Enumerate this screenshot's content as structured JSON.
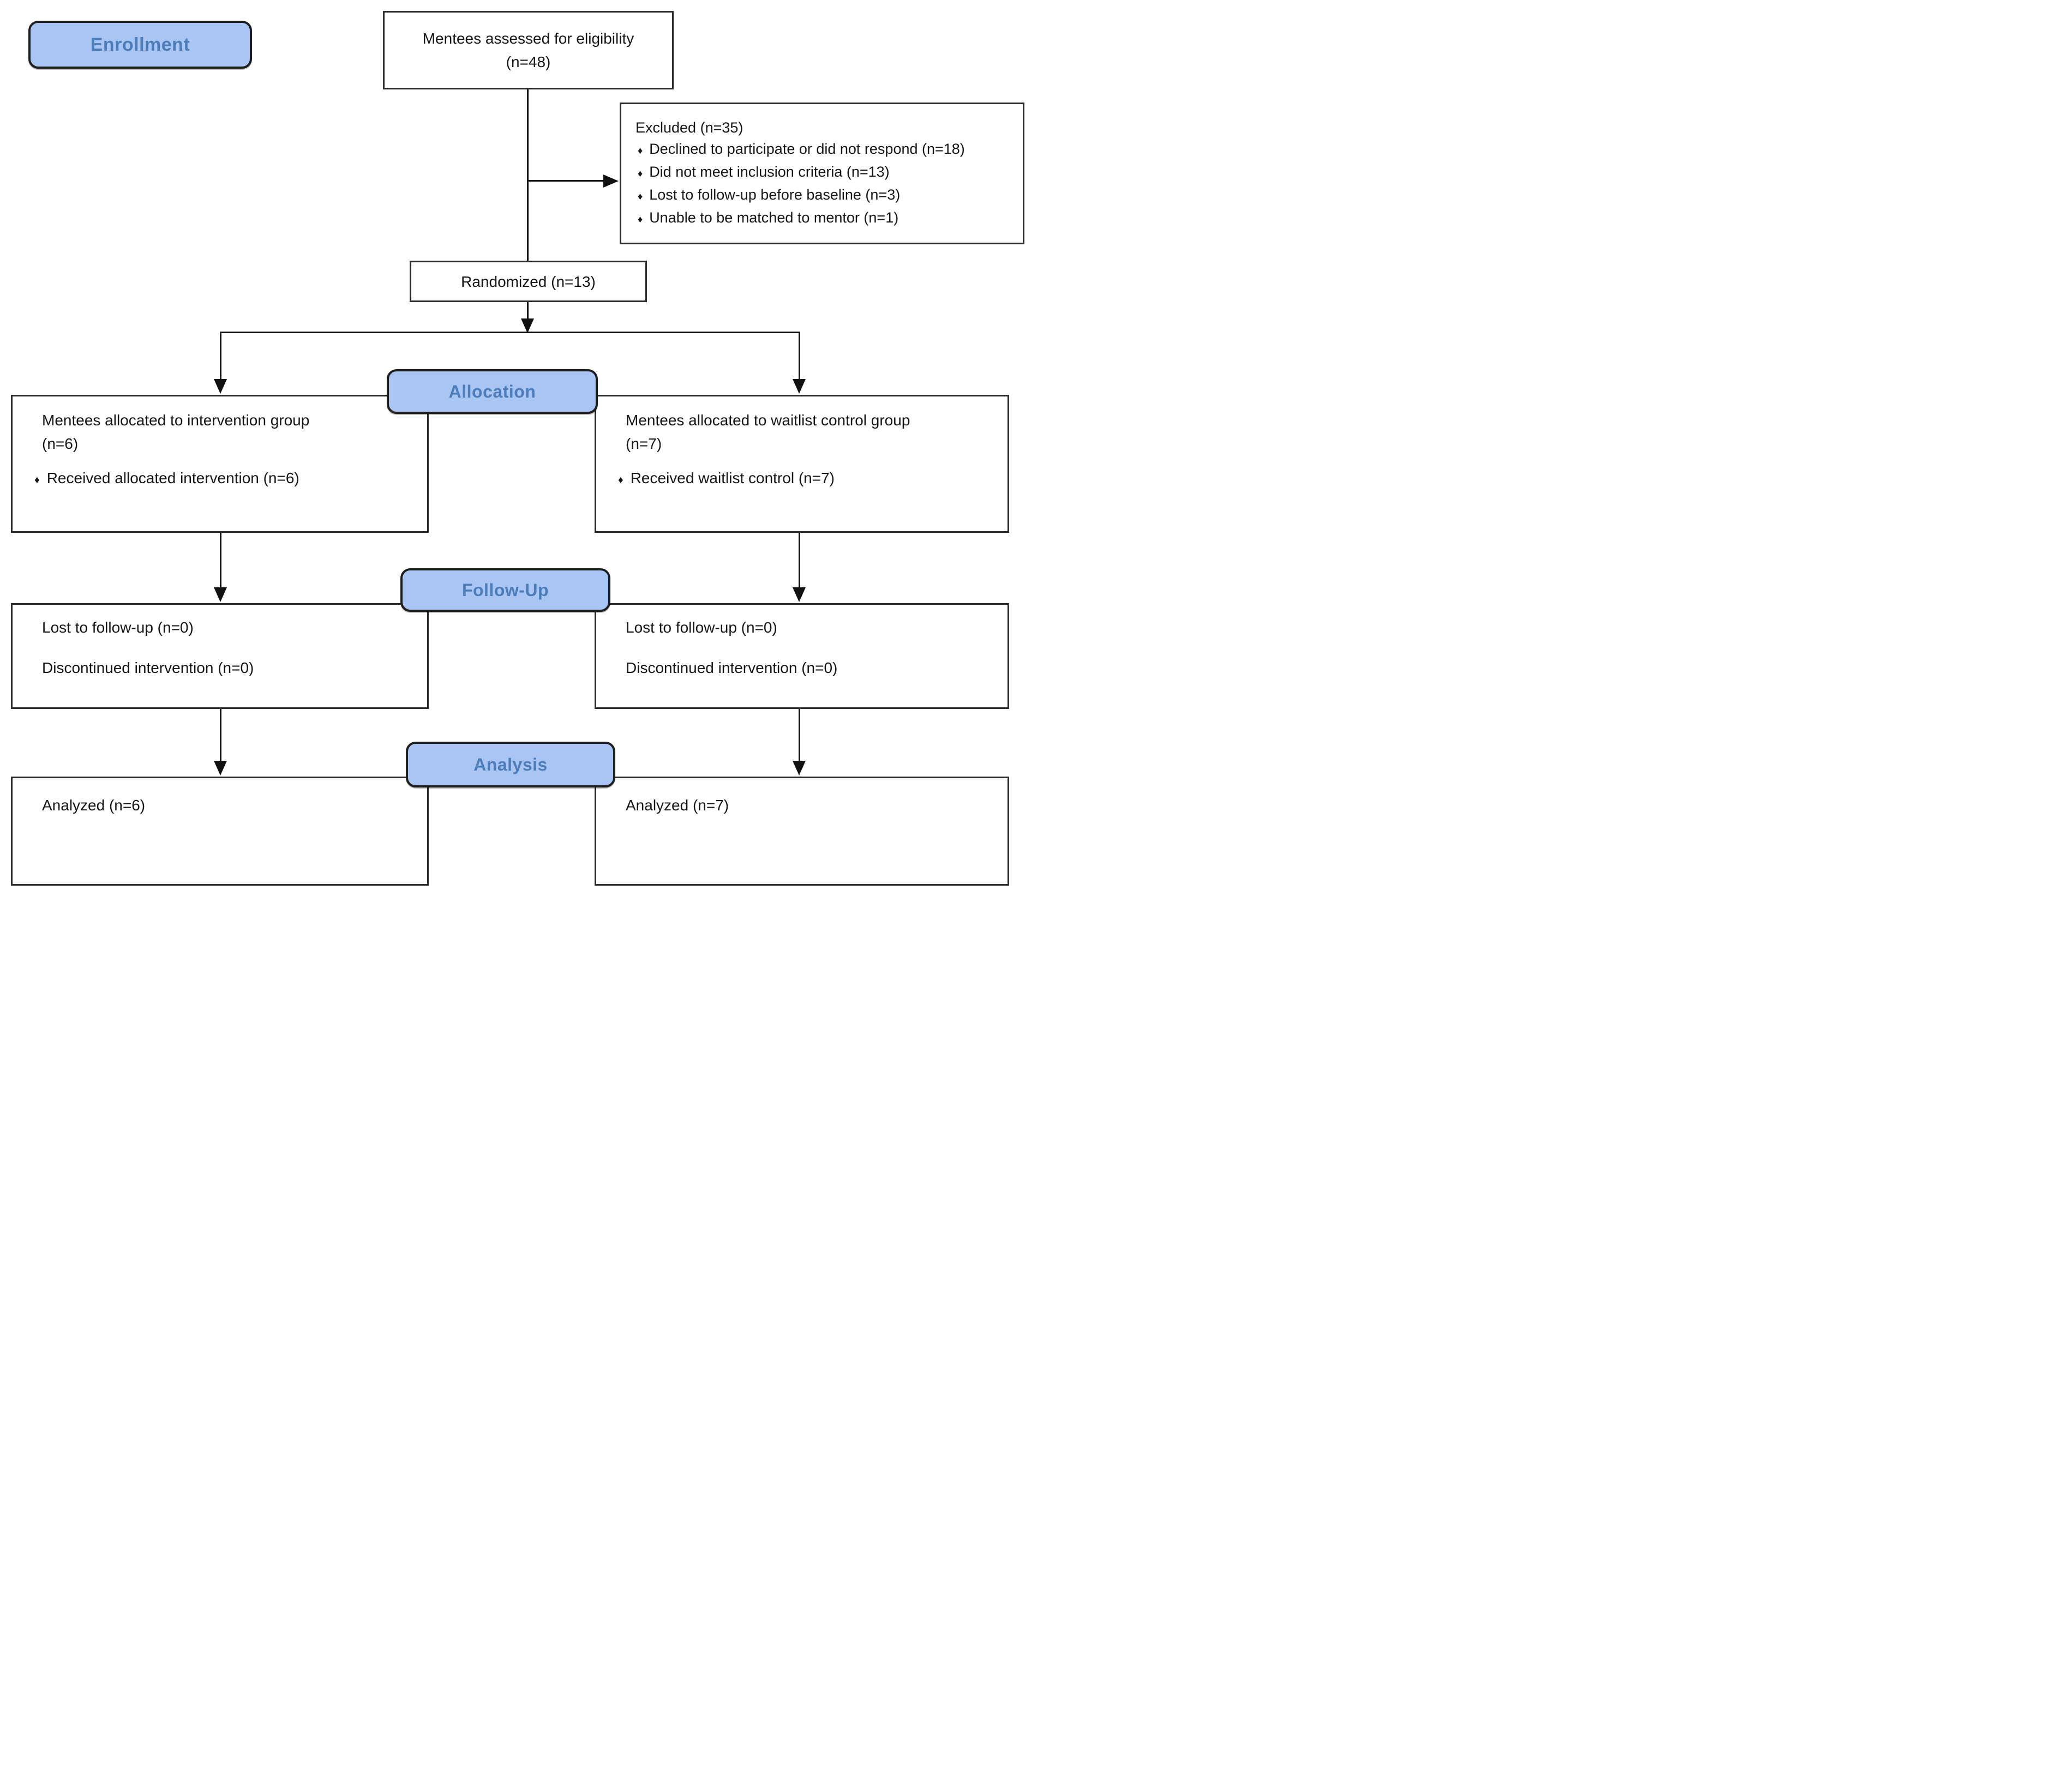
{
  "stages": {
    "enrollment": "Enrollment",
    "allocation": "Allocation",
    "followup": "Follow-Up",
    "analysis": "Analysis"
  },
  "bullet": "♦",
  "eligibility": {
    "line1": "Mentees assessed for eligibility",
    "line2": "(n=48)"
  },
  "excluded": {
    "title": "Excluded (n=35)",
    "reason1": "Declined to participate or did not respond (n=18)",
    "reason2": "Did not meet inclusion criteria (n=13)",
    "reason3": "Lost to follow-up before baseline (n=3)",
    "reason4": "Unable to be matched to mentor (n=1)"
  },
  "randomized": {
    "label": "Randomized (n=13)"
  },
  "allocation_left": {
    "line1": "Mentees allocated to intervention group",
    "line2": "(n=6)",
    "bullet1": "Received allocated intervention (n=6)"
  },
  "allocation_right": {
    "line1": "Mentees allocated to waitlist control group",
    "line2": "(n=7)",
    "bullet1": "Received waitlist control (n=7)"
  },
  "followup_left": {
    "line1": "Lost to follow-up (n=0)",
    "line2": "Discontinued intervention (n=0)"
  },
  "followup_right": {
    "line1": "Lost to follow-up (n=0)",
    "line2": "Discontinued intervention (n=0)"
  },
  "analysis_left": {
    "line1": "Analyzed (n=6)"
  },
  "analysis_right": {
    "line1": "Analyzed (n=7)"
  },
  "colors": {
    "stage_fill": "#a9c5f3",
    "stage_text": "#4d7db9",
    "box_border": "#2b2b2b",
    "line": "#111111",
    "box_bg": "#ffffff"
  }
}
